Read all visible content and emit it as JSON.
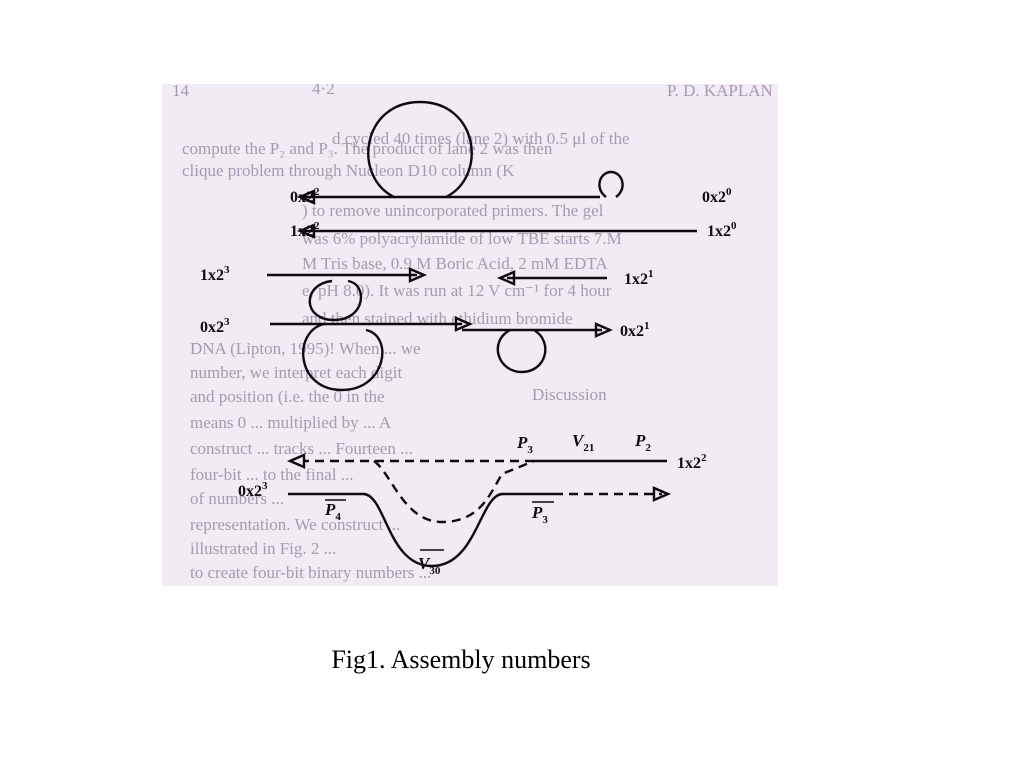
{
  "figure": {
    "labels": {
      "top_left": {
        "base": "0x2",
        "exp": "2"
      },
      "top_right": {
        "base": "0x2",
        "exp": "0"
      },
      "second_left": {
        "base": "1x2",
        "exp": "2"
      },
      "second_right": {
        "base": "1x2",
        "exp": "0"
      },
      "third_left": {
        "base": "1x2",
        "exp": "3"
      },
      "third_right": {
        "base": "1x2",
        "exp": "1"
      },
      "fourth_left": {
        "base": "0x2",
        "exp": "3"
      },
      "fourth_right": {
        "base": "0x2",
        "exp": "1"
      },
      "bottom_right": {
        "base": "1x2",
        "exp": "2"
      },
      "bottom_left": {
        "base": "0x2",
        "exp": "3"
      }
    },
    "segments": {
      "p3_top": {
        "letter": "P",
        "sub": "3"
      },
      "v21": {
        "letter": "V",
        "sub": "21"
      },
      "p2": {
        "letter": "P",
        "sub": "2"
      },
      "p4": {
        "letter": "P",
        "sub": "4"
      },
      "p3_bottom": {
        "letter": "P",
        "sub": "3"
      },
      "v30": {
        "letter": "V",
        "sub": "30"
      }
    },
    "background_lines": [
      "d cycled 40 times (lane 2) with 0.5 μl of the",
      "compute the   P₂ and P₃. The product of lane 2 was then",
      "clique problem   through Nucleon D10 column (K",
      ") to remove unincorporated primers. The gel",
      "was 6% polyacrylamide of low TBE starts 7.M",
      "M Tris base, 0.9 M Boric Acid, 2 mM EDTA",
      "e, pH 8.0). It was run at 12 V cm⁻¹ for 4 hour",
      "and then stained with ethidium bromide",
      "DNA (Lipton, 1995)! When ... we",
      "number, we interpret each digit",
      "and position (i.e. the 0 in the",
      "means 0 ... multiplied by ... A",
      "construct ... tracks ... Fourteen ...",
      "four-bit ... to the final ...",
      "of numbers ... ",
      "representation. We construct ...",
      "illustrated in Fig. 2 ...",
      "to create four-bit binary numbers ..."
    ],
    "background_headers": {
      "left": "14",
      "center": "4·2",
      "right": "P. D. KAPLAN",
      "discussion": "Discussion"
    }
  },
  "caption": "Fig1. Assembly numbers"
}
